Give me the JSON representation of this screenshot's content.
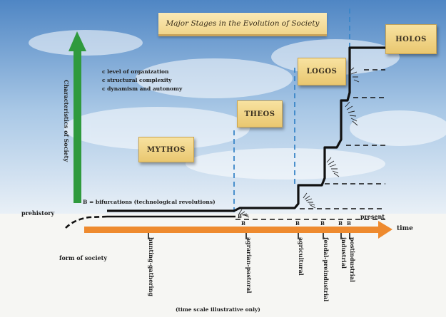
{
  "title": "Major Stages in the Evolution of Society",
  "y_axis_label": "Characteristics of Society",
  "characteristics": [
    "c level of organization",
    "c structural complexity",
    "c dynamism and autonomy"
  ],
  "bifurcation_note": "B = bifurcations (technological revolutions)",
  "stages": [
    "MYTHOS",
    "THEOS",
    "LOGOS",
    "HOLOS"
  ],
  "prehistory_label": "prehistory",
  "present_label": "present",
  "time_label": "time",
  "form_of_society_label": "form of society",
  "bifurcation_markers": [
    "B",
    "B",
    "B",
    "B",
    "B",
    "B"
  ],
  "society_forms": [
    "hunting-gathering",
    "agrarian-pastoral",
    "agricultural",
    "feudal-preindustrial",
    "industrial",
    "postindustrial"
  ],
  "time_scale_note": "(time scale illustrative only)",
  "colors": {
    "axis_arrow": "#2f9a3d",
    "time_arrow": "#ee8a2e",
    "dashed_blue": "#3a86c8",
    "stage_box": "#f1d38a",
    "step_line": "#111111"
  }
}
